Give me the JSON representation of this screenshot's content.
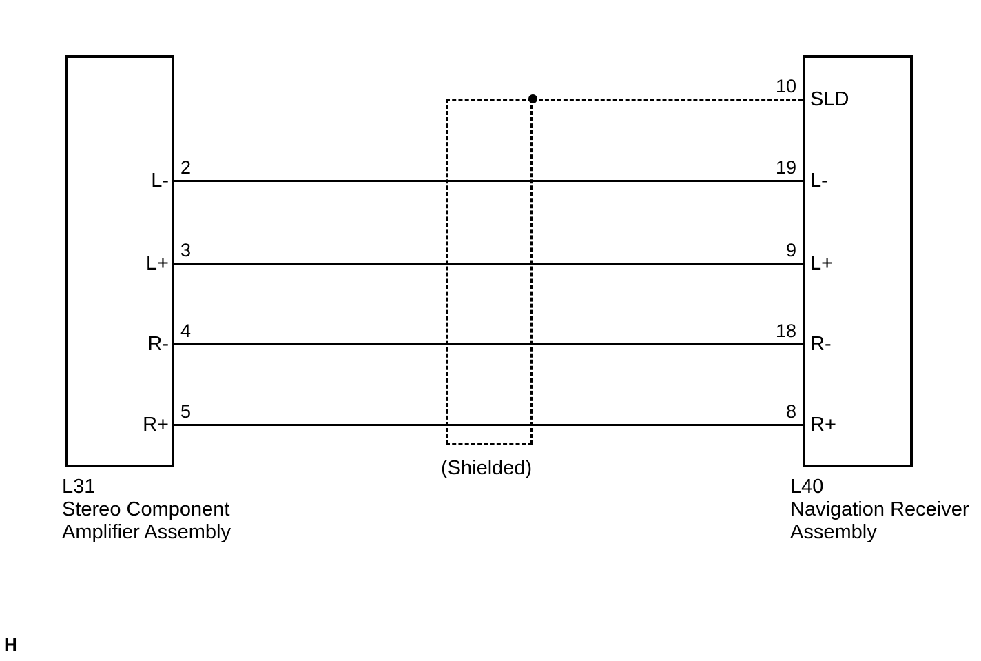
{
  "diagram": {
    "type": "automotive-wiring-connector-diagram",
    "corner_mark": "H",
    "shield_caption": "(Shielded)",
    "line_color": "#000000",
    "background_color": "#ffffff"
  },
  "left_connector": {
    "code": "L31",
    "name_line_1": "Stereo Component",
    "name_line_2": "Amplifier Assembly",
    "pins": [
      {
        "number": "2",
        "label": "L-"
      },
      {
        "number": "3",
        "label": "L+"
      },
      {
        "number": "4",
        "label": "R-"
      },
      {
        "number": "5",
        "label": "R+"
      }
    ]
  },
  "right_connector": {
    "code": "L40",
    "name_line_1": "Navigation Receiver",
    "name_line_2": "Assembly",
    "pins": [
      {
        "number": "10",
        "label": "SLD"
      },
      {
        "number": "19",
        "label": "L-"
      },
      {
        "number": "9",
        "label": "L+"
      },
      {
        "number": "18",
        "label": "R-"
      },
      {
        "number": "8",
        "label": "R+"
      }
    ]
  },
  "connections": [
    {
      "from_pin": "2",
      "from_label": "L-",
      "to_pin": "19",
      "to_label": "L-",
      "style": "solid"
    },
    {
      "from_pin": "3",
      "from_label": "L+",
      "to_pin": "9",
      "to_label": "L+",
      "style": "solid"
    },
    {
      "from_pin": "4",
      "from_label": "R-",
      "to_pin": "18",
      "to_label": "R-",
      "style": "solid"
    },
    {
      "from_pin": "5",
      "from_label": "R+",
      "to_pin": "8",
      "to_label": "R+",
      "style": "solid"
    },
    {
      "from_pin": "shield",
      "from_label": "(Shielded)",
      "to_pin": "10",
      "to_label": "SLD",
      "style": "dashed"
    }
  ]
}
